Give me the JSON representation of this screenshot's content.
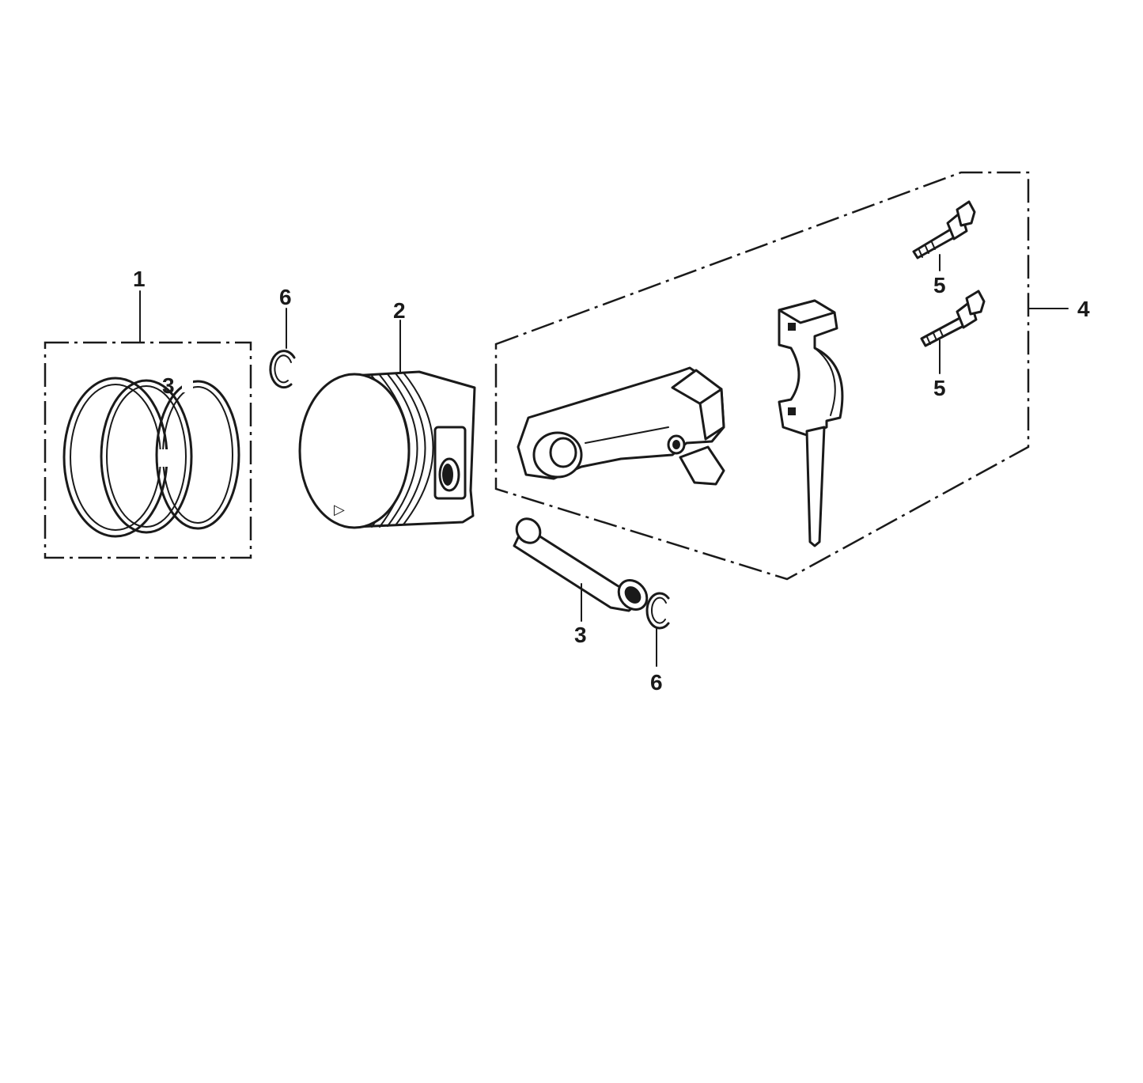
{
  "callouts": [
    {
      "id": "ring-set",
      "label": "1"
    },
    {
      "id": "piston",
      "label": "2"
    },
    {
      "id": "piston-pin",
      "label": "3"
    },
    {
      "id": "connecting-rod-assembly",
      "label": "4"
    },
    {
      "id": "rod-bolt-upper",
      "label": "5"
    },
    {
      "id": "rod-bolt-lower",
      "label": "5"
    },
    {
      "id": "pin-clip-left",
      "label": "6"
    },
    {
      "id": "pin-clip-right",
      "label": "6"
    }
  ],
  "parts": {
    "piston_mark": "▷"
  },
  "colors": {
    "line": "#1a1a1a",
    "background": "#ffffff"
  }
}
